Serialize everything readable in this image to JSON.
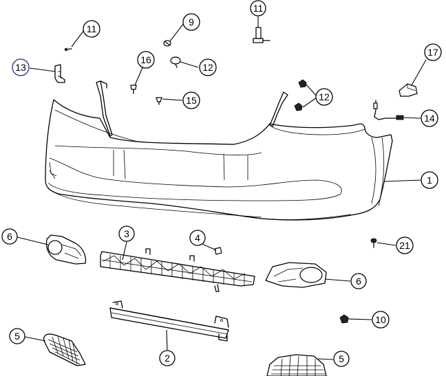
{
  "callouts": [
    {
      "id": "c11a",
      "label": "11"
    },
    {
      "id": "c9",
      "label": "9"
    },
    {
      "id": "c11b",
      "label": "11"
    },
    {
      "id": "c13",
      "label": "13"
    },
    {
      "id": "c16",
      "label": "16"
    },
    {
      "id": "c12a",
      "label": "12"
    },
    {
      "id": "c17",
      "label": "17"
    },
    {
      "id": "c15",
      "label": "15"
    },
    {
      "id": "c12b",
      "label": "12"
    },
    {
      "id": "c14",
      "label": "14"
    },
    {
      "id": "c1",
      "label": "1"
    },
    {
      "id": "c6a",
      "label": "6"
    },
    {
      "id": "c3",
      "label": "3"
    },
    {
      "id": "c4",
      "label": "4"
    },
    {
      "id": "c21",
      "label": "21"
    },
    {
      "id": "c6b",
      "label": "6"
    },
    {
      "id": "c10",
      "label": "10"
    },
    {
      "id": "c5a",
      "label": "5"
    },
    {
      "id": "c2",
      "label": "2"
    },
    {
      "id": "c5b",
      "label": "5"
    }
  ],
  "highlight_color": "#1f2fa0"
}
